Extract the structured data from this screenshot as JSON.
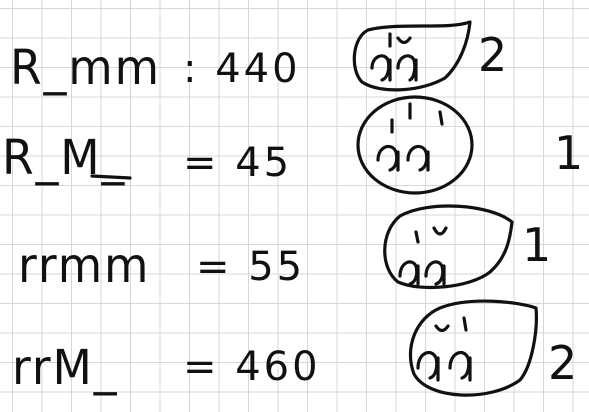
{
  "rows": [
    {
      "genotype": "R_mm",
      "value": ": 440",
      "count": "2"
    },
    {
      "genotype": "R_M_",
      "value": "= 45",
      "count": "1"
    },
    {
      "genotype": "rrmm",
      "value": "= 55",
      "count": "1"
    },
    {
      "genotype": "rrM_",
      "value": "= 460",
      "count": "2"
    }
  ],
  "colors": {
    "ink": "#111111",
    "grid": "#d7d7d7",
    "paper": "#ffffff"
  }
}
